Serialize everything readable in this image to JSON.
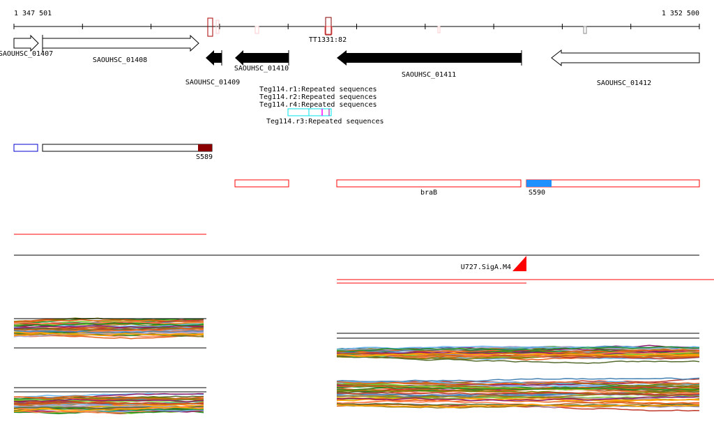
{
  "axis": {
    "start_label": "1 347 501",
    "end_label": "1 352 500"
  },
  "genes": [
    {
      "label": "SAOUHSC_01407",
      "strand": "+",
      "filled": false
    },
    {
      "label": "SAOUHSC_01408",
      "strand": "+",
      "filled": false
    },
    {
      "label": "SAOUHSC_01409",
      "strand": "-",
      "filled": true
    },
    {
      "label": "SAOUHSC_01410",
      "strand": "-",
      "filled": true
    },
    {
      "label": "SAOUHSC_01411",
      "strand": "-",
      "filled": true
    },
    {
      "label": "SAOUHSC_01412",
      "strand": "-",
      "filled": false
    }
  ],
  "terminator": {
    "label": "TT1331:82"
  },
  "repeats": {
    "overlap_labels": [
      "Teg114.r1:Repeated sequences",
      "Teg114.r2:Repeated sequences",
      "Teg114.r4:Repeated sequences"
    ],
    "label": "Teg114.r3:Repeated sequences"
  },
  "segments": {
    "s589": "S589",
    "brab": "braB",
    "s590": "S590"
  },
  "promoter": {
    "label": "U727.SigA.M4"
  },
  "colors": {
    "red": "#ff0000",
    "darkred": "#8b0000",
    "blue": "#0000cc",
    "cyan": "#00e5ee",
    "lightblue": "#1e90ff"
  }
}
